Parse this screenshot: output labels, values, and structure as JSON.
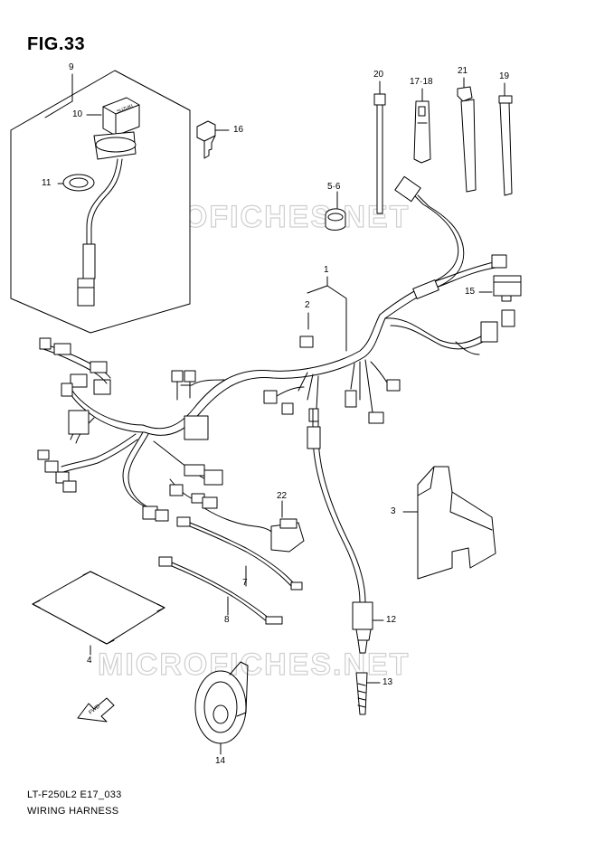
{
  "figure": {
    "title": "FIG.33",
    "code": "LT-F250L2 E17_033",
    "name": "WIRING HARNESS"
  },
  "watermark": {
    "text": "MICROFICHES.NET",
    "color": "#d9d9d9"
  },
  "part_labels": {
    "p9": "9",
    "p10": "10",
    "p16": "16",
    "p11": "11",
    "p20": "20",
    "p17_18": "17·18",
    "p21": "21",
    "p19": "19",
    "p5_6": "5·6",
    "p1": "1",
    "p2": "2",
    "p15": "15",
    "p3": "3",
    "p22": "22",
    "p7": "7",
    "p8": "8",
    "p4": "4",
    "p12": "12",
    "p13": "13",
    "p14": "14"
  },
  "key_tag": "SUZUKI",
  "fwd_label": "FWD"
}
